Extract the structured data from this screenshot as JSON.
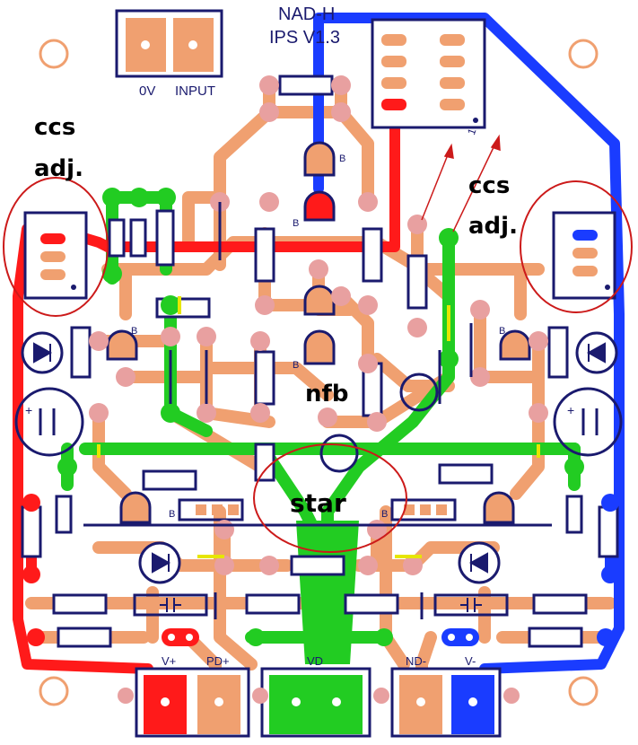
{
  "board": {
    "title_line1": "NAD-H",
    "title_line2": "IPS V1.3",
    "input_labels": {
      "zero_v": "0V",
      "input": "INPUT"
    },
    "power_labels": {
      "v_plus": "V+",
      "pd_plus": "PD+",
      "vd": "VD",
      "nd_minus": "ND-",
      "v_minus": "V-"
    },
    "pin_one_label": "1",
    "base_marker": "B",
    "polarity_plus": "+"
  },
  "annotations": {
    "ccs_left_line1": "ccs",
    "ccs_left_line2": "adj.",
    "ccs_right_line1": "ccs",
    "ccs_right_line2": "adj.",
    "nfb": "nfb",
    "star": "star"
  },
  "colors": {
    "copper": "#f0a070",
    "pad_hole": "#e8a0a0",
    "positive_rail": "#ff1a1a",
    "negative_rail": "#1a3cff",
    "ground": "#22cc22",
    "silkscreen": "#1a1a6e",
    "annotation_circle": "#cc1a1a",
    "drill_ring": "#f0a070"
  }
}
